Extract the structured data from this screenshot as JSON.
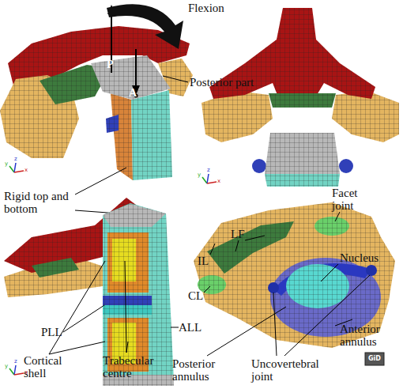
{
  "diagram": {
    "labels": [
      "Flexion",
      "P",
      "A",
      "Posterior part",
      "y",
      "z",
      "x",
      "y",
      "z",
      "x",
      "Rigid top and bottom",
      "IL",
      "LF",
      "Facet joint",
      "CL",
      "Nucleus",
      "PLL",
      "Cortical shell",
      "Trabecular centre",
      "ALL",
      "Anterior annulus",
      "y",
      "z",
      "x",
      "Posterior annulus",
      "Uncovertebral joint",
      "GiD"
    ]
  }
}
